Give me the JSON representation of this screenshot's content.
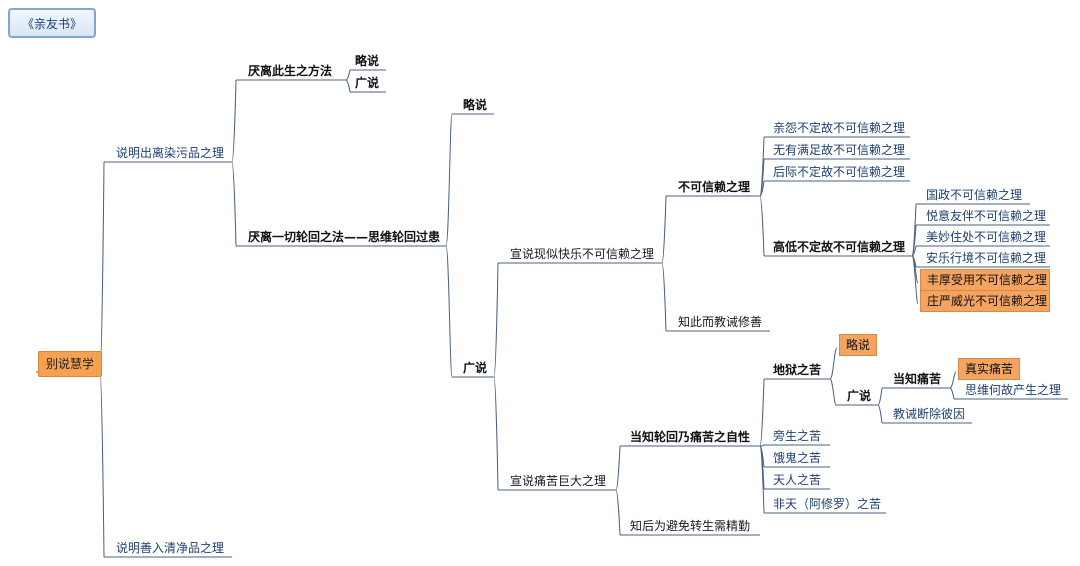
{
  "title": "《亲友书》",
  "root": "别说慧学",
  "nodes": {
    "n1": "说明出离染污品之理",
    "n2": "说明善入清净品之理",
    "n1a": "厌离此生之方法",
    "n1a1": "略说",
    "n1a2": "广说",
    "n1b": "厌离一切轮回之法——思维轮回过患",
    "n1b1": "略说",
    "n1b2": "广说",
    "s1": "宣说现似快乐不可信赖之理",
    "s2": "宣说痛苦巨大之理",
    "s1a": "不可信赖之理",
    "s1b": "知此而教诫修善",
    "s1a1": "亲怨不定故不可信赖之理",
    "s1a2": "无有满足故不可信赖之理",
    "s1a3": "后际不定故不可信赖之理",
    "s1a4": "高低不定故不可信赖之理",
    "h1": "国政不可信赖之理",
    "h2": "悦意友伴不可信赖之理",
    "h3": "美妙住处不可信赖之理",
    "h4": "安乐行境不可信赖之理",
    "h5": "丰厚受用不可信赖之理",
    "h6": "庄严威光不可信赖之理",
    "s2a": "当知轮回乃痛苦之自性",
    "s2b": "知后为避免转生需精勤",
    "r1": "地狱之苦",
    "r2": "旁生之苦",
    "r3": "饿鬼之苦",
    "r4": "天人之苦",
    "r5": "非天（阿修罗）之苦",
    "r1a": "略说",
    "r1b": "广说",
    "r1b1": "当知痛苦",
    "r1b2": "教诫断除彼因",
    "r1b1a": "真实痛苦",
    "r1b1b": "思维何故产生之理"
  },
  "colors": {
    "line": "#4a5f80",
    "highlight": "#f4a460",
    "root": "#f6a14f",
    "title_border": "#7fa7d6"
  }
}
